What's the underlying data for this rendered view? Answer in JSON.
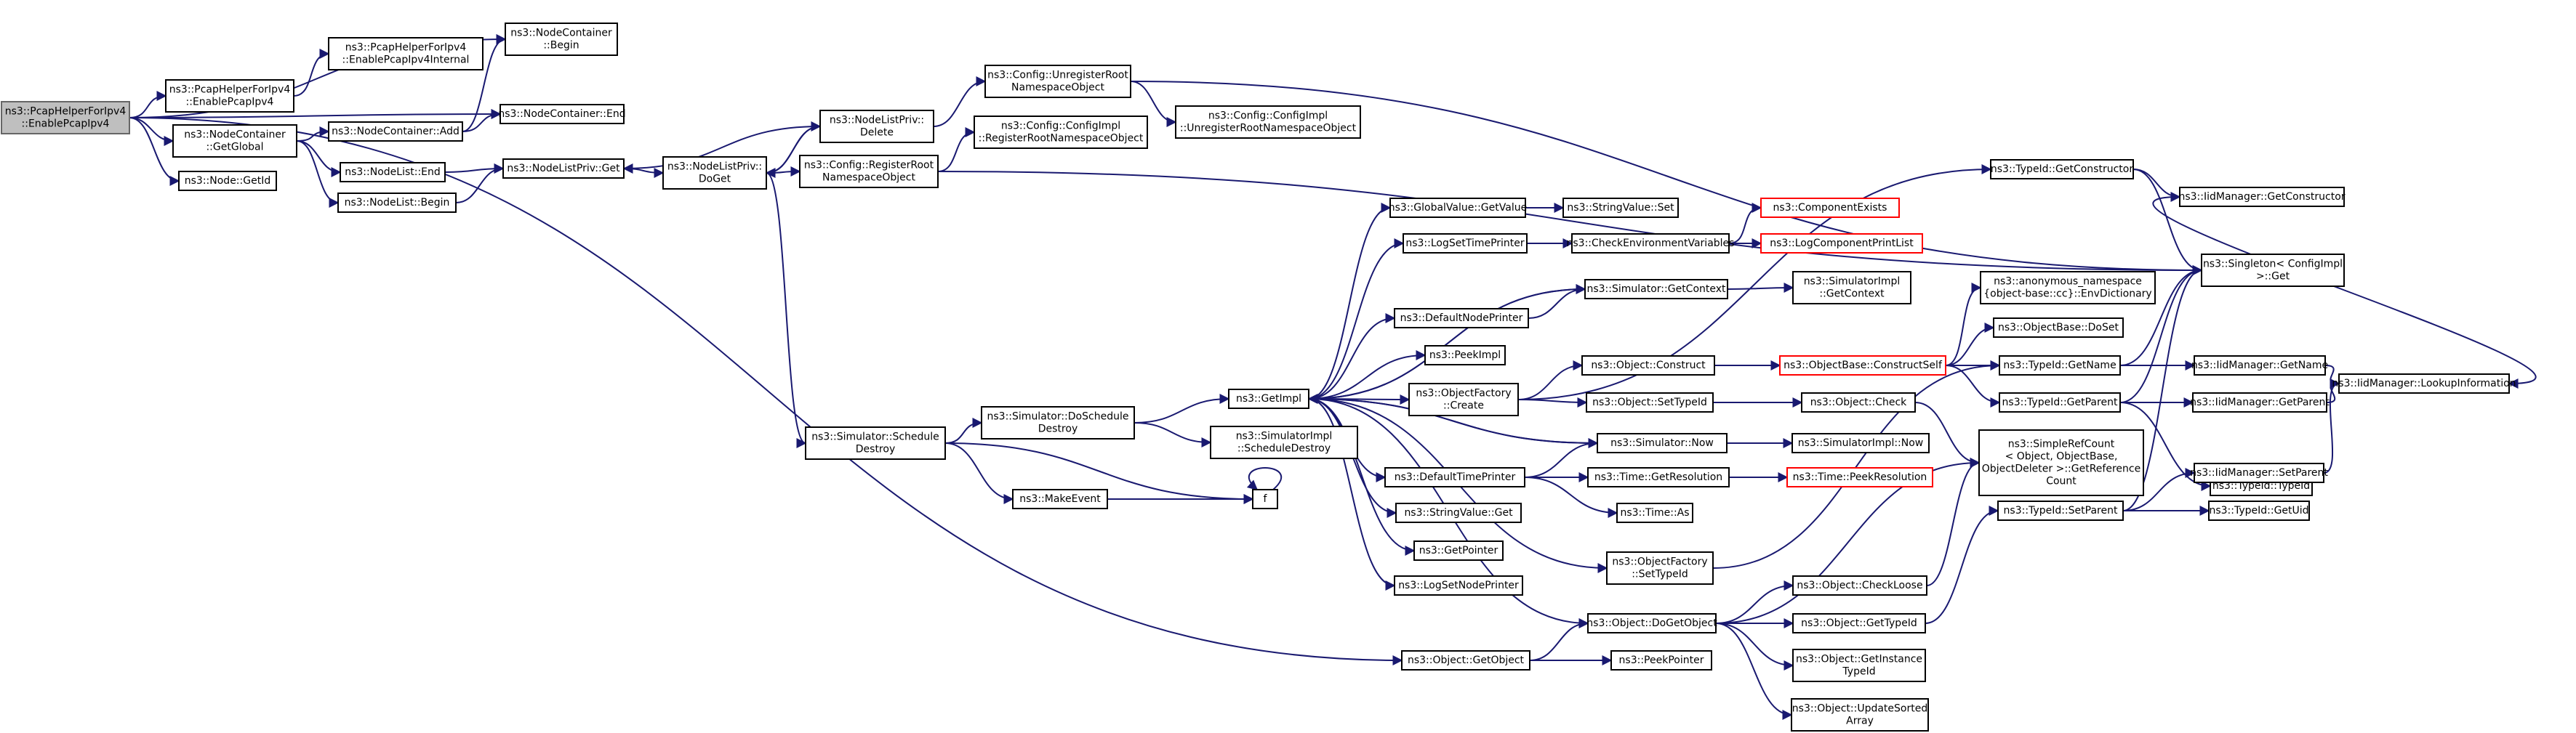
{
  "colors": {
    "edge": "#191970",
    "root_fill": "#bfbfbf",
    "truncated_border": "#ff0000",
    "node_border": "#000000"
  },
  "nodes": [
    {
      "id": "root",
      "lines": [
        "ns3::PcapHelperForIpv4",
        "::EnablePcapIpv4"
      ],
      "root": true
    },
    {
      "id": "phi_en",
      "lines": [
        "ns3::PcapHelperForIpv4",
        "::EnablePcapIpv4"
      ]
    },
    {
      "id": "phi_int",
      "lines": [
        "ns3::PcapHelperForIpv4",
        "::EnablePcapIpv4Internal"
      ]
    },
    {
      "id": "nc_begin",
      "lines": [
        "ns3::NodeContainer",
        "::Begin"
      ]
    },
    {
      "id": "nc_end",
      "lines": [
        "ns3::NodeContainer::End"
      ]
    },
    {
      "id": "nc_getglobal",
      "lines": [
        "ns3::NodeContainer",
        "::GetGlobal"
      ]
    },
    {
      "id": "nc_add",
      "lines": [
        "ns3::NodeContainer::Add"
      ]
    },
    {
      "id": "nl_end",
      "lines": [
        "ns3::NodeList::End"
      ]
    },
    {
      "id": "nl_begin",
      "lines": [
        "ns3::NodeList::Begin"
      ]
    },
    {
      "id": "node_getid",
      "lines": [
        "ns3::Node::GetId"
      ]
    },
    {
      "id": "nlp_get",
      "lines": [
        "ns3::NodeListPriv::Get"
      ]
    },
    {
      "id": "nlp_doget",
      "lines": [
        "ns3::NodeListPriv::",
        "DoGet"
      ]
    },
    {
      "id": "nlp_delete",
      "lines": [
        "ns3::NodeListPriv::",
        "Delete"
      ]
    },
    {
      "id": "cfg_unreg",
      "lines": [
        "ns3::Config::UnregisterRoot",
        "NamespaceObject"
      ]
    },
    {
      "id": "cfgimpl_unreg",
      "lines": [
        "ns3::Config::ConfigImpl",
        "::UnregisterRootNamespaceObject"
      ]
    },
    {
      "id": "cfgimpl_reg",
      "lines": [
        "ns3::Config::ConfigImpl",
        "::RegisterRootNamespaceObject"
      ]
    },
    {
      "id": "cfg_reg",
      "lines": [
        "ns3::Config::RegisterRoot",
        "NamespaceObject"
      ]
    },
    {
      "id": "sim_sched",
      "lines": [
        "ns3::Simulator::Schedule",
        "Destroy"
      ]
    },
    {
      "id": "sim_dosched",
      "lines": [
        "ns3::Simulator::DoSchedule",
        "Destroy"
      ]
    },
    {
      "id": "makeevent",
      "lines": [
        "ns3::MakeEvent"
      ]
    },
    {
      "id": "f",
      "lines": [
        "f"
      ]
    },
    {
      "id": "getimpl",
      "lines": [
        "ns3::GetImpl"
      ]
    },
    {
      "id": "simimpl_sched",
      "lines": [
        "ns3::SimulatorImpl",
        "::ScheduleDestroy"
      ]
    },
    {
      "id": "gv_getvalue",
      "lines": [
        "ns3::GlobalValue::GetValue"
      ]
    },
    {
      "id": "sv_set",
      "lines": [
        "ns3::StringValue::Set"
      ]
    },
    {
      "id": "logsettime",
      "lines": [
        "ns3::LogSetTimePrinter"
      ]
    },
    {
      "id": "checkenv",
      "lines": [
        "ns3::CheckEnvironmentVariables"
      ]
    },
    {
      "id": "compexists",
      "lines": [
        "ns3::ComponentExists"
      ],
      "truncated": true
    },
    {
      "id": "logcomplist",
      "lines": [
        "ns3::LogComponentPrintList"
      ],
      "truncated": true
    },
    {
      "id": "sim_getctx",
      "lines": [
        "ns3::Simulator::GetContext"
      ]
    },
    {
      "id": "simimpl_getctx",
      "lines": [
        "ns3::SimulatorImpl",
        "::GetContext"
      ]
    },
    {
      "id": "defnodeprinter",
      "lines": [
        "ns3::DefaultNodePrinter"
      ]
    },
    {
      "id": "peekimpl",
      "lines": [
        "ns3::PeekImpl"
      ]
    },
    {
      "id": "of_create",
      "lines": [
        "ns3::ObjectFactory",
        "::Create"
      ]
    },
    {
      "id": "obj_construct",
      "lines": [
        "ns3::Object::Construct"
      ]
    },
    {
      "id": "ob_constructself",
      "lines": [
        "ns3::ObjectBase::ConstructSelf"
      ],
      "truncated": true
    },
    {
      "id": "obj_settypeid",
      "lines": [
        "ns3::Object::SetTypeId"
      ]
    },
    {
      "id": "obj_check",
      "lines": [
        "ns3::Object::Check"
      ]
    },
    {
      "id": "sim_now",
      "lines": [
        "ns3::Simulator::Now"
      ]
    },
    {
      "id": "simimpl_now",
      "lines": [
        "ns3::SimulatorImpl::Now"
      ]
    },
    {
      "id": "deftimeprinter",
      "lines": [
        "ns3::DefaultTimePrinter"
      ]
    },
    {
      "id": "time_getres",
      "lines": [
        "ns3::Time::GetResolution"
      ]
    },
    {
      "id": "time_peekres",
      "lines": [
        "ns3::Time::PeekResolution"
      ],
      "truncated": true
    },
    {
      "id": "time_as",
      "lines": [
        "ns3::Time::As"
      ]
    },
    {
      "id": "sv_get",
      "lines": [
        "ns3::StringValue::Get"
      ]
    },
    {
      "id": "getpointer",
      "lines": [
        "ns3::GetPointer"
      ]
    },
    {
      "id": "logsetnode",
      "lines": [
        "ns3::LogSetNodePrinter"
      ]
    },
    {
      "id": "of_settypeid",
      "lines": [
        "ns3::ObjectFactory",
        "::SetTypeId"
      ]
    },
    {
      "id": "obj_dogetobject",
      "lines": [
        "ns3::Object::DoGetObject"
      ]
    },
    {
      "id": "obj_getobject",
      "lines": [
        "ns3::Object::GetObject"
      ]
    },
    {
      "id": "peekpointer",
      "lines": [
        "ns3::PeekPointer"
      ]
    },
    {
      "id": "obj_checkloose",
      "lines": [
        "ns3::Object::CheckLoose"
      ]
    },
    {
      "id": "obj_gettypeid",
      "lines": [
        "ns3::Object::GetTypeId"
      ]
    },
    {
      "id": "obj_getinstance",
      "lines": [
        "ns3::Object::GetInstance",
        "TypeId"
      ]
    },
    {
      "id": "obj_updatesorted",
      "lines": [
        "ns3::Object::UpdateSorted",
        "Array"
      ]
    },
    {
      "id": "tid_getctor",
      "lines": [
        "ns3::TypeId::GetConstructor"
      ]
    },
    {
      "id": "anon_envdict",
      "lines": [
        "ns3::anonymous_namespace",
        "{object-base::cc}::EnvDictionary"
      ]
    },
    {
      "id": "ob_doset",
      "lines": [
        "ns3::ObjectBase::DoSet"
      ]
    },
    {
      "id": "tid_getname",
      "lines": [
        "ns3::TypeId::GetName"
      ]
    },
    {
      "id": "tid_getparent",
      "lines": [
        "ns3::TypeId::GetParent"
      ]
    },
    {
      "id": "tid_typeid",
      "lines": [
        "ns3::TypeId::TypeId"
      ]
    },
    {
      "id": "srefcount",
      "lines": [
        "ns3::SimpleRefCount",
        "< Object, ObjectBase,",
        "ObjectDeleter >::GetReference",
        "Count"
      ]
    },
    {
      "id": "tid_setparent",
      "lines": [
        "ns3::TypeId::SetParent"
      ]
    },
    {
      "id": "iid_getctor",
      "lines": [
        "ns3::IidManager::GetConstructor"
      ]
    },
    {
      "id": "singleton_get",
      "lines": [
        "ns3::Singleton< ConfigImpl",
        " >::Get"
      ]
    },
    {
      "id": "iid_getname",
      "lines": [
        "ns3::IidManager::GetName"
      ]
    },
    {
      "id": "iid_getparent",
      "lines": [
        "ns3::IidManager::GetParent"
      ]
    },
    {
      "id": "iid_setparent",
      "lines": [
        "ns3::IidManager::SetParent"
      ]
    },
    {
      "id": "tid_getuid",
      "lines": [
        "ns3::TypeId::GetUid"
      ]
    },
    {
      "id": "iid_lookup",
      "lines": [
        "ns3::IidManager::LookupInformation"
      ]
    }
  ],
  "edges": [
    [
      "root",
      "phi_en"
    ],
    [
      "root",
      "nc_begin"
    ],
    [
      "root",
      "nc_end"
    ],
    [
      "root",
      "nc_getglobal"
    ],
    [
      "root",
      "node_getid"
    ],
    [
      "root",
      "obj_getobject"
    ],
    [
      "phi_en",
      "phi_int"
    ],
    [
      "nc_getglobal",
      "nc_add"
    ],
    [
      "nc_getglobal",
      "nl_end"
    ],
    [
      "nc_getglobal",
      "nl_begin"
    ],
    [
      "nc_add",
      "nc_begin"
    ],
    [
      "nc_add",
      "nc_end"
    ],
    [
      "nl_end",
      "nlp_get"
    ],
    [
      "nl_begin",
      "nlp_get"
    ],
    [
      "nlp_get",
      "nlp_doget"
    ],
    [
      "nlp_doget",
      "nlp_delete"
    ],
    [
      "nlp_doget",
      "cfg_reg"
    ],
    [
      "nlp_doget",
      "sim_sched"
    ],
    [
      "nlp_delete",
      "nlp_get"
    ],
    [
      "nlp_delete",
      "nlp_doget"
    ],
    [
      "nlp_delete",
      "cfg_unreg"
    ],
    [
      "cfg_unreg",
      "cfgimpl_unreg"
    ],
    [
      "cfg_unreg",
      "singleton_get"
    ],
    [
      "cfg_reg",
      "cfgimpl_reg"
    ],
    [
      "cfg_reg",
      "singleton_get"
    ],
    [
      "sim_sched",
      "sim_dosched"
    ],
    [
      "sim_sched",
      "makeevent"
    ],
    [
      "sim_sched",
      "f"
    ],
    [
      "makeevent",
      "f"
    ],
    [
      "f",
      "f"
    ],
    [
      "sim_dosched",
      "getimpl"
    ],
    [
      "sim_dosched",
      "simimpl_sched"
    ],
    [
      "getimpl",
      "gv_getvalue"
    ],
    [
      "getimpl",
      "logsettime"
    ],
    [
      "getimpl",
      "sim_getctx"
    ],
    [
      "getimpl",
      "defnodeprinter"
    ],
    [
      "getimpl",
      "peekimpl"
    ],
    [
      "getimpl",
      "of_create"
    ],
    [
      "getimpl",
      "sim_now"
    ],
    [
      "getimpl",
      "deftimeprinter"
    ],
    [
      "getimpl",
      "sv_get"
    ],
    [
      "getimpl",
      "getpointer"
    ],
    [
      "getimpl",
      "logsetnode"
    ],
    [
      "getimpl",
      "of_settypeid"
    ],
    [
      "getimpl",
      "obj_dogetobject"
    ],
    [
      "gv_getvalue",
      "sv_set"
    ],
    [
      "logsettime",
      "checkenv"
    ],
    [
      "checkenv",
      "compexists"
    ],
    [
      "checkenv",
      "logcomplist"
    ],
    [
      "sim_getctx",
      "simimpl_getctx"
    ],
    [
      "sim_getctx",
      "getimpl"
    ],
    [
      "defnodeprinter",
      "sim_getctx"
    ],
    [
      "of_create",
      "obj_construct"
    ],
    [
      "of_create",
      "obj_settypeid"
    ],
    [
      "of_create",
      "tid_getctor"
    ],
    [
      "obj_construct",
      "ob_constructself"
    ],
    [
      "ob_constructself",
      "anon_envdict"
    ],
    [
      "ob_constructself",
      "ob_doset"
    ],
    [
      "ob_constructself",
      "tid_getname"
    ],
    [
      "ob_constructself",
      "tid_getparent"
    ],
    [
      "obj_settypeid",
      "obj_check"
    ],
    [
      "obj_check",
      "srefcount"
    ],
    [
      "sim_now",
      "simimpl_now"
    ],
    [
      "sim_now",
      "getimpl"
    ],
    [
      "deftimeprinter",
      "sim_now"
    ],
    [
      "deftimeprinter",
      "time_getres"
    ],
    [
      "deftimeprinter",
      "time_as"
    ],
    [
      "time_getres",
      "time_peekres"
    ],
    [
      "of_settypeid",
      "tid_getname"
    ],
    [
      "obj_getobject",
      "obj_dogetobject"
    ],
    [
      "obj_getobject",
      "peekpointer"
    ],
    [
      "obj_dogetobject",
      "obj_checkloose"
    ],
    [
      "obj_dogetobject",
      "obj_gettypeid"
    ],
    [
      "obj_dogetobject",
      "obj_getinstance"
    ],
    [
      "obj_dogetobject",
      "obj_updatesorted"
    ],
    [
      "obj_dogetobject",
      "srefcount"
    ],
    [
      "obj_checkloose",
      "srefcount"
    ],
    [
      "obj_gettypeid",
      "tid_setparent"
    ],
    [
      "tid_getctor",
      "iid_getctor"
    ],
    [
      "tid_getctor",
      "singleton_get"
    ],
    [
      "tid_getname",
      "iid_getname"
    ],
    [
      "tid_getname",
      "singleton_get"
    ],
    [
      "tid_getparent",
      "iid_getparent"
    ],
    [
      "tid_getparent",
      "tid_typeid"
    ],
    [
      "tid_getparent",
      "singleton_get"
    ],
    [
      "tid_setparent",
      "iid_setparent"
    ],
    [
      "tid_setparent",
      "tid_getuid"
    ],
    [
      "tid_setparent",
      "singleton_get"
    ],
    [
      "iid_getctor",
      "iid_lookup"
    ],
    [
      "iid_getname",
      "iid_lookup"
    ],
    [
      "iid_getparent",
      "iid_lookup"
    ],
    [
      "iid_setparent",
      "iid_lookup"
    ]
  ]
}
